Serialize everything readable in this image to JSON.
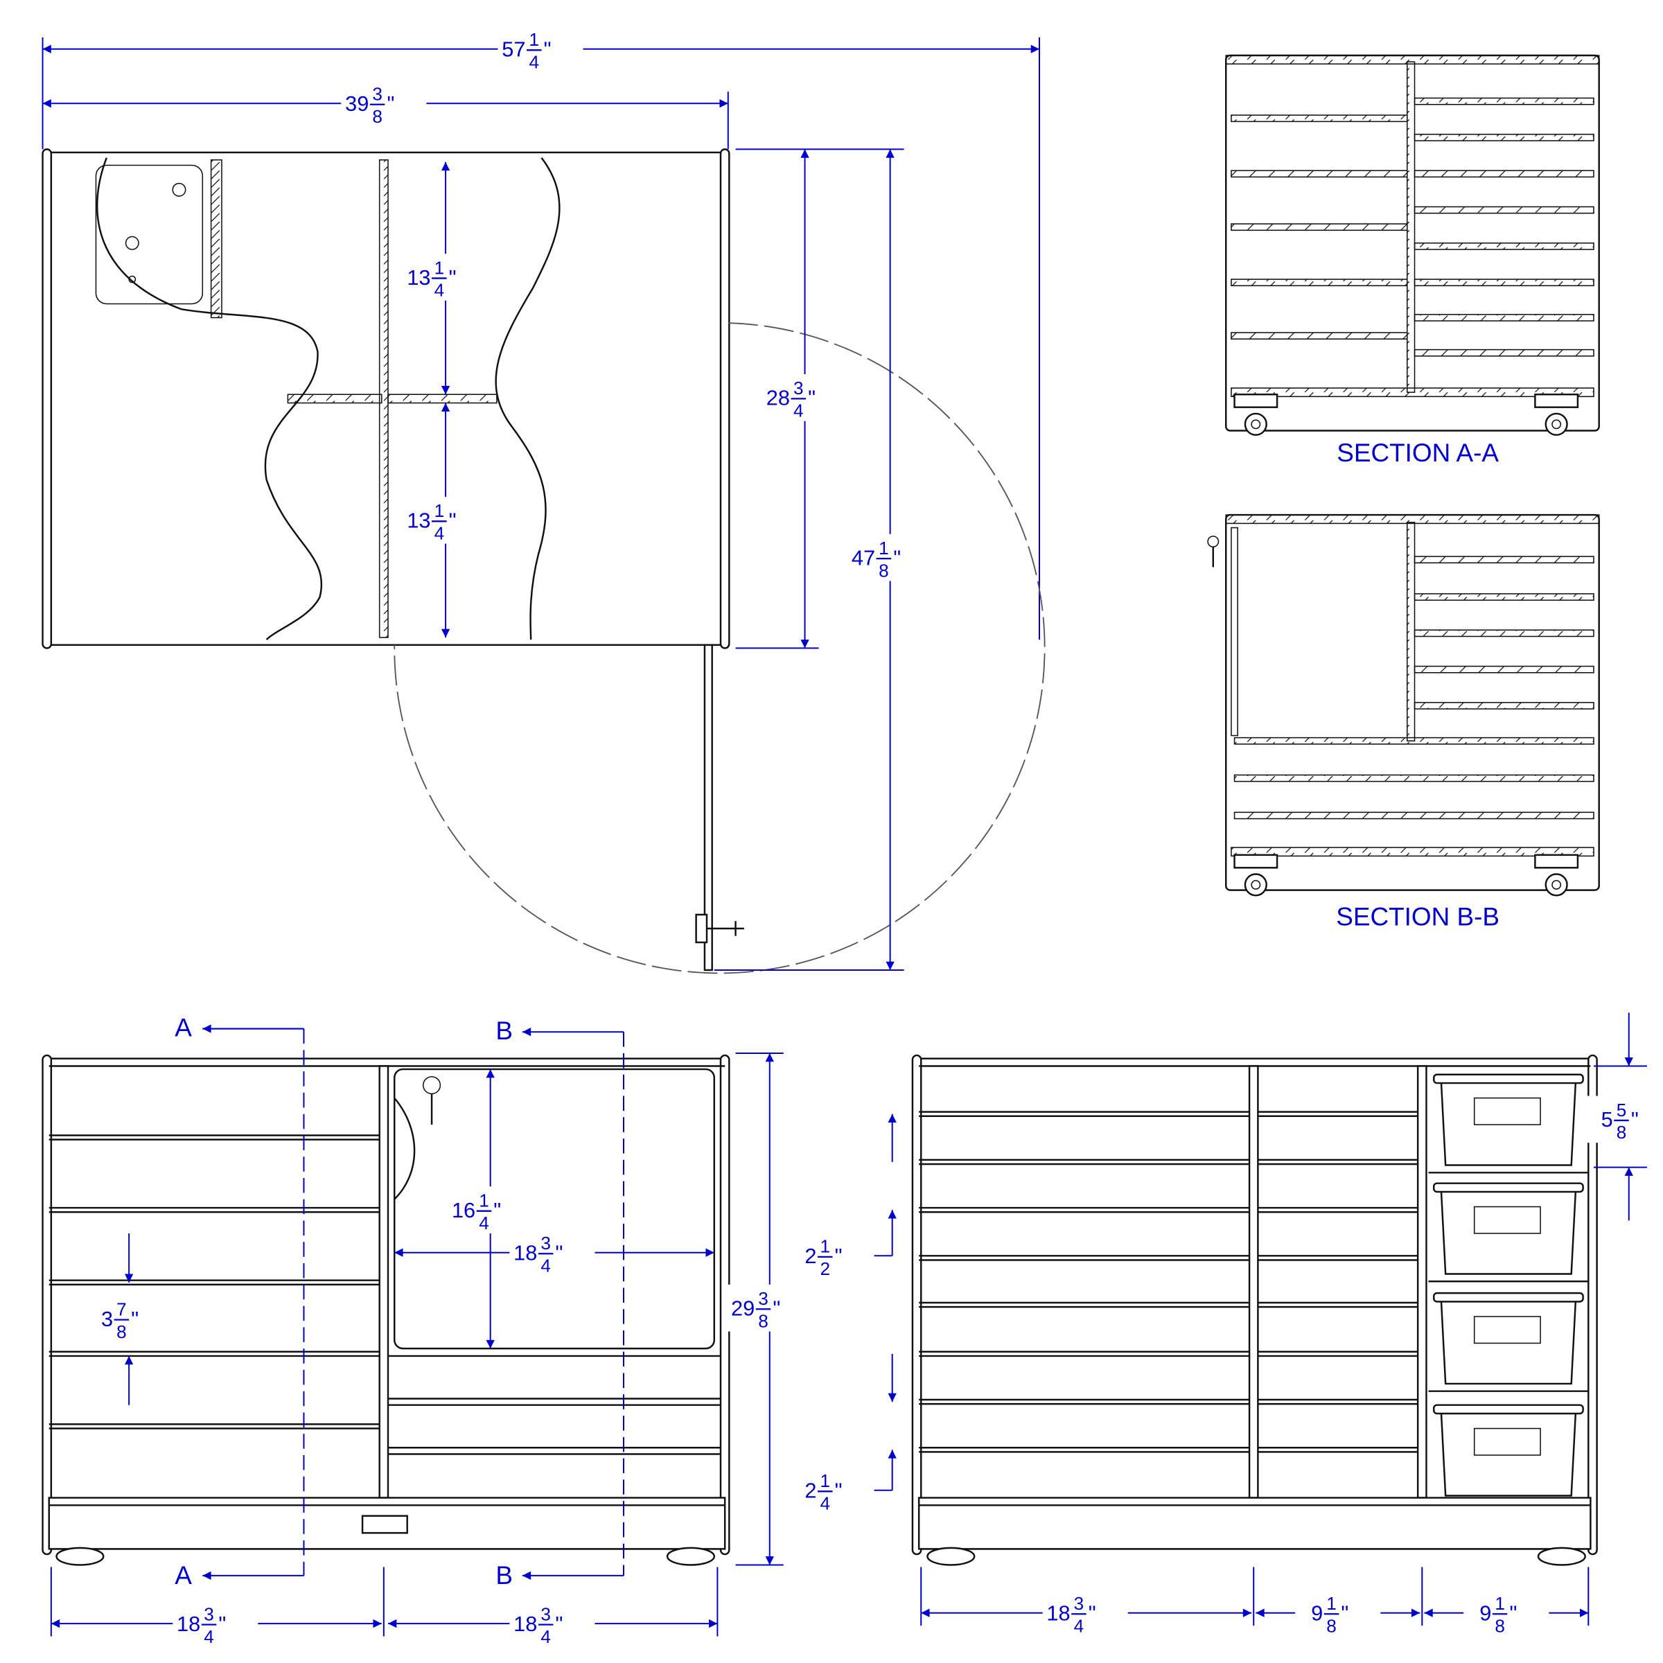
{
  "dimensions": {
    "overall_width": {
      "whole": "57",
      "num": "1",
      "den": "4"
    },
    "cabinet_width": {
      "whole": "39",
      "num": "3",
      "den": "8"
    },
    "upper_opening": {
      "whole": "13",
      "num": "1",
      "den": "4"
    },
    "lower_opening": {
      "whole": "13",
      "num": "1",
      "den": "4"
    },
    "depth": {
      "whole": "28",
      "num": "3",
      "den": "4"
    },
    "depth_door_open": {
      "whole": "47",
      "num": "1",
      "den": "8"
    },
    "door_height": {
      "whole": "16",
      "num": "1",
      "den": "4"
    },
    "door_width": {
      "whole": "18",
      "num": "3",
      "den": "4"
    },
    "shelf_spacing_left": {
      "whole": "3",
      "num": "7",
      "den": "8"
    },
    "height": {
      "whole": "29",
      "num": "3",
      "den": "8"
    },
    "front_left_width": {
      "whole": "18",
      "num": "3",
      "den": "4"
    },
    "front_right_width": {
      "whole": "18",
      "num": "3",
      "den": "4"
    },
    "bin_spacing": {
      "whole": "5",
      "num": "5",
      "den": "8"
    },
    "shelf_spacing_a": {
      "whole": "2",
      "num": "1",
      "den": "2"
    },
    "shelf_spacing_b": {
      "whole": "2",
      "num": "1",
      "den": "4"
    },
    "back_wide_width": {
      "whole": "18",
      "num": "3",
      "den": "4"
    },
    "back_mid_width": {
      "whole": "9",
      "num": "1",
      "den": "8"
    },
    "back_bin_width": {
      "whole": "9",
      "num": "1",
      "den": "8"
    }
  },
  "sections": {
    "a_title": "SECTION A-A",
    "b_title": "SECTION B-B",
    "a_marker": "A",
    "b_marker": "B"
  },
  "colors": {
    "dimension": "#0000cc",
    "line": "#111111"
  }
}
